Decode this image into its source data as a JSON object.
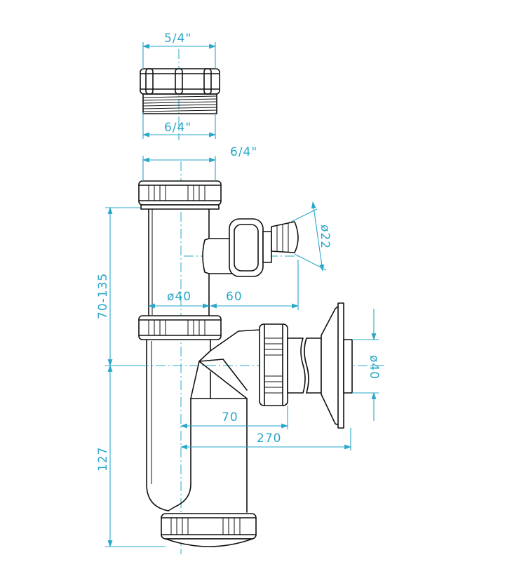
{
  "drawing": {
    "colors": {
      "line": "#111111",
      "dimension": "#2aa7c9",
      "background": "#ffffff"
    },
    "dimensions": {
      "nut_top_width": "5/4\"",
      "nut_bottom_width": "6/4\"",
      "trap_inlet_width": "6/4\"",
      "hose_diameter": "ø22",
      "pipe_diameter": "ø40",
      "hose_offset": "60",
      "height_range": "70-135",
      "outlet_diameter": "ø40",
      "outlet_offset": "70",
      "overall_length": "270",
      "lower_height": "127"
    }
  }
}
